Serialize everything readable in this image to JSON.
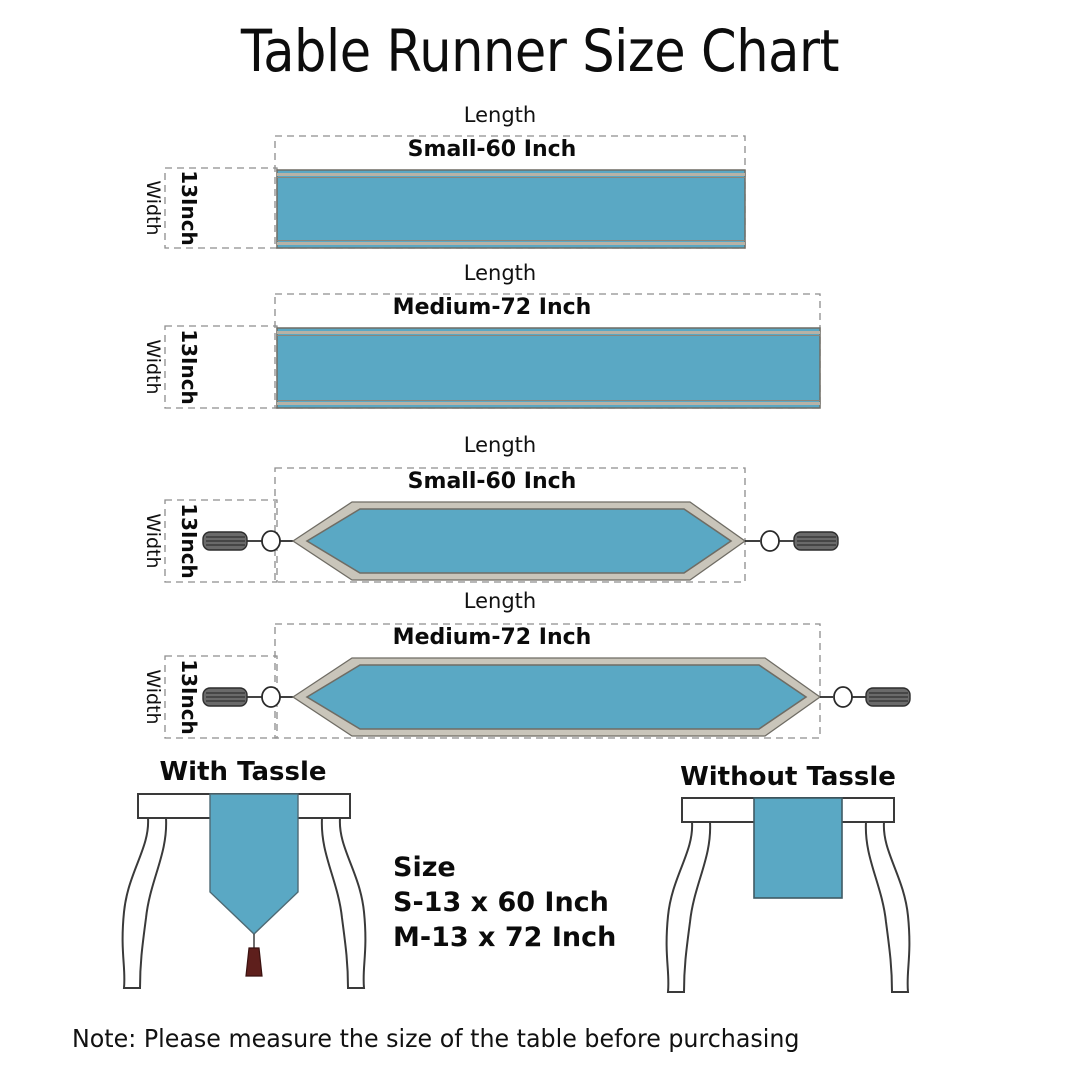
{
  "title": "Table Runner Size Chart",
  "labels": {
    "length": "Length",
    "width": "Width",
    "width_value": "13Inch"
  },
  "runners": [
    {
      "id": "small-plain",
      "length_label": "Length",
      "size_label": "Small-60 Inch",
      "width_label": "Width",
      "width_value": "13Inch",
      "shape": "rectangle",
      "tassels": false,
      "inches": 60
    },
    {
      "id": "medium-plain",
      "length_label": "Length",
      "size_label": "Medium-72 Inch",
      "width_label": "Width",
      "width_value": "13Inch",
      "shape": "rectangle",
      "tassels": false,
      "inches": 72
    },
    {
      "id": "small-tassel",
      "length_label": "Length",
      "size_label": "Small-60 Inch",
      "width_label": "Width",
      "width_value": "13Inch",
      "shape": "pointed",
      "tassels": true,
      "inches": 60
    },
    {
      "id": "medium-tassel",
      "length_label": "Length",
      "size_label": "Medium-72 Inch",
      "width_label": "Width",
      "width_value": "13Inch",
      "shape": "pointed",
      "tassels": true,
      "inches": 72
    }
  ],
  "illustrations": {
    "with_tassle": "With Tassle",
    "without_tassle": "Without Tassle"
  },
  "size_block": {
    "heading": "Size",
    "small": "S-13 x 60 Inch",
    "medium": "M-13 x 72 Inch"
  },
  "note": {
    "prefix": "Note:",
    "text": "Please measure the size of the table before purchasing"
  },
  "colors": {
    "runner_blue": "#5aa8c4",
    "runner_border": "#6f6c64",
    "dashed_guide": "#8d8d8d",
    "tassel_gray": "#6a6a6a",
    "hanging_tassel": "#5e1f1c",
    "text": "#111111"
  }
}
